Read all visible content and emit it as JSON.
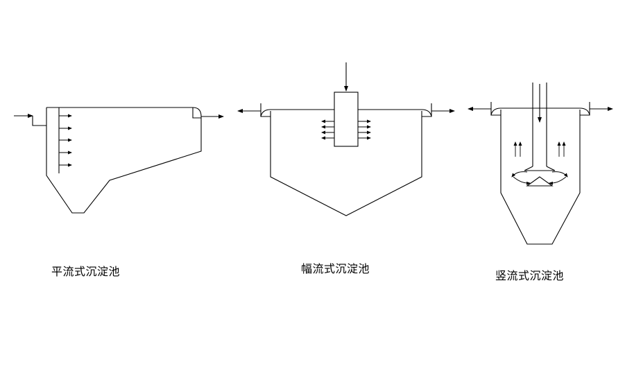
{
  "captions": {
    "horizontal": "平流式沉淀池",
    "radial": "幅流式沉淀池",
    "vertical": "竖流式沉淀池"
  }
}
